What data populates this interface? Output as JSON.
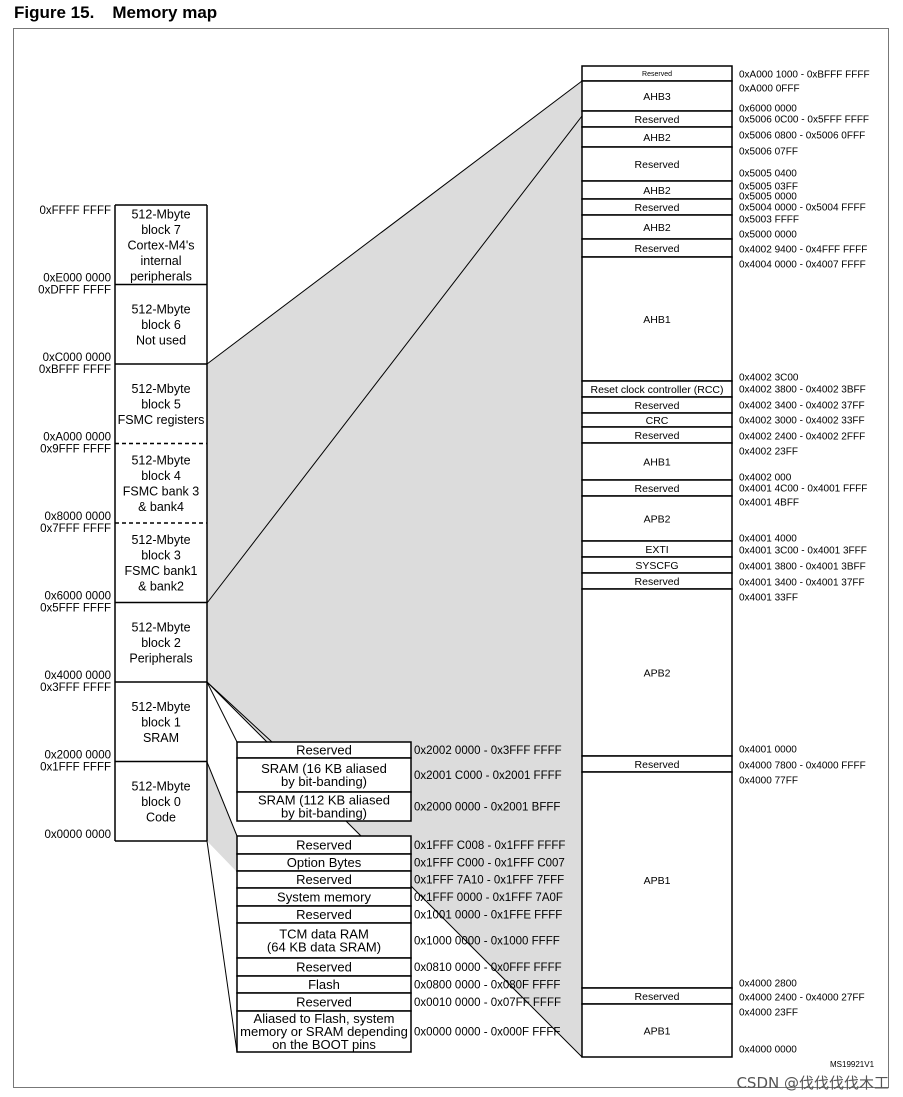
{
  "figure": {
    "number": "Figure 15.",
    "title": "Memory map"
  },
  "watermark": "CSDN @伐伐伐伐木工",
  "ms_ref": "MS19921V1",
  "blocks": [
    {
      "lines": [
        "512-Mbyte",
        "block 7",
        "Cortex-M4's",
        "internal",
        "peripherals"
      ],
      "top_addr": "0xFFFF FFFF",
      "bottom_addr": "0xE000 0000"
    },
    {
      "lines": [
        "512-Mbyte",
        "block 6",
        "Not used"
      ],
      "top_addr": "0xDFFF FFFF",
      "bottom_addr": "0xC000 0000"
    },
    {
      "lines": [
        "512-Mbyte",
        "block 5",
        "FSMC registers"
      ],
      "top_addr": "0xBFFF FFFF",
      "bottom_addr": "0xA000 0000"
    },
    {
      "lines": [
        "512-Mbyte",
        "block 4",
        "FSMC bank 3",
        "& bank4"
      ],
      "top_addr": "0x9FFF FFFF",
      "bottom_addr": "0x8000 0000"
    },
    {
      "lines": [
        "512-Mbyte",
        "block 3",
        "FSMC bank1",
        "& bank2"
      ],
      "top_addr": "0x7FFF FFFF",
      "bottom_addr": "0x6000 0000"
    },
    {
      "lines": [
        "512-Mbyte",
        "block 2",
        "Peripherals"
      ],
      "top_addr": "0x5FFF FFFF",
      "bottom_addr": "0x4000 0000"
    },
    {
      "lines": [
        "512-Mbyte",
        "block 1",
        "SRAM"
      ],
      "top_addr": "0x3FFF FFFF",
      "bottom_addr": "0x2000 0000"
    },
    {
      "lines": [
        "512-Mbyte",
        "block 0",
        "Code"
      ],
      "top_addr": "0x1FFF FFFF",
      "bottom_addr": "0x0000 0000"
    }
  ],
  "sram_region": [
    {
      "lines": [
        "Reserved"
      ],
      "range": "0x2002 0000 - 0x3FFF FFFF"
    },
    {
      "lines": [
        "SRAM (16 KB aliased",
        "by bit-banding)"
      ],
      "range": "0x2001 C000 - 0x2001 FFFF"
    },
    {
      "lines": [
        "SRAM (112 KB aliased",
        "by bit-banding)"
      ],
      "range": "0x2000 0000 - 0x2001 BFFF"
    }
  ],
  "code_region": [
    {
      "lines": [
        "Reserved"
      ],
      "range": "0x1FFF C008 - 0x1FFF FFFF"
    },
    {
      "lines": [
        "Option Bytes"
      ],
      "range": "0x1FFF C000 - 0x1FFF C007"
    },
    {
      "lines": [
        "Reserved"
      ],
      "range": "0x1FFF 7A10 - 0x1FFF 7FFF"
    },
    {
      "lines": [
        "System memory"
      ],
      "range": "0x1FFF 0000 - 0x1FFF 7A0F"
    },
    {
      "lines": [
        "Reserved"
      ],
      "range": "0x1001 0000 - 0x1FFE FFFF"
    },
    {
      "lines": [
        "TCM data RAM",
        "(64 KB data SRAM)"
      ],
      "range": "0x1000 0000 - 0x1000 FFFF"
    },
    {
      "lines": [
        "Reserved"
      ],
      "range": "0x0810 0000 - 0x0FFF FFFF"
    },
    {
      "lines": [
        "Flash"
      ],
      "range": "0x0800 0000 - 0x080F FFFF"
    },
    {
      "lines": [
        "Reserved"
      ],
      "range": "0x0010 0000 - 0x07FF FFFF"
    },
    {
      "lines": [
        "Aliased to Flash, system",
        "memory or SRAM depending",
        "on the BOOT pins"
      ],
      "range": "0x0000 0000 - 0x000F FFFF"
    }
  ],
  "peripheral_map": [
    {
      "label": "Reserved",
      "small": true,
      "addrs": [
        "0xA000 1000 - 0xBFFF FFFF"
      ]
    },
    {
      "label": "AHB3",
      "addrs": [
        "0xA000 0FFF",
        "0x6000 0000"
      ]
    },
    {
      "label": "Reserved",
      "addrs": [
        "0x5006 0C00 - 0x5FFF FFFF"
      ]
    },
    {
      "label": "AHB2",
      "addrs": [
        "0x5006 0800 - 0x5006 0FFF"
      ]
    },
    {
      "label": "Reserved",
      "addrs": [
        "0x5006 07FF",
        "0x5005 0400"
      ]
    },
    {
      "label": "AHB2",
      "addrs": [
        "0x5005 03FF",
        "0x5005 0000"
      ]
    },
    {
      "label": "Reserved",
      "addrs": [
        "0x5004 0000 - 0x5004 FFFF"
      ]
    },
    {
      "label": "AHB2",
      "addrs": [
        "0x5003 FFFF",
        "0x5000 0000"
      ]
    },
    {
      "label": "Reserved",
      "addrs": [
        "0x4002 9400 - 0x4FFF FFFF"
      ]
    },
    {
      "label": "AHB1",
      "addrs": [
        "0x4004 0000 - 0x4007 FFFF",
        "0x4002 3C00"
      ]
    },
    {
      "label": "Reset clock controller (RCC)",
      "addrs": [
        "0x4002 3800 - 0x4002 3BFF"
      ]
    },
    {
      "label": "Reserved",
      "addrs": [
        "0x4002 3400 - 0x4002 37FF"
      ]
    },
    {
      "label": "CRC",
      "addrs": [
        "0x4002 3000 - 0x4002 33FF"
      ]
    },
    {
      "label": "Reserved",
      "addrs": [
        "0x4002 2400 - 0x4002 2FFF"
      ]
    },
    {
      "label": "AHB1",
      "addrs": [
        "0x4002 23FF",
        "0x4002 000"
      ]
    },
    {
      "label": "Reserved",
      "addrs": [
        "0x4001 4C00 - 0x4001 FFFF"
      ]
    },
    {
      "label": "APB2",
      "addrs": [
        "0x4001 4BFF",
        "0x4001 4000"
      ]
    },
    {
      "label": "EXTI",
      "addrs": [
        "0x4001 3C00 - 0x4001 3FFF"
      ]
    },
    {
      "label": "SYSCFG",
      "addrs": [
        "0x4001 3800 - 0x4001 3BFF"
      ]
    },
    {
      "label": "Reserved",
      "addrs": [
        "0x4001 3400 - 0x4001 37FF"
      ]
    },
    {
      "label": "APB2",
      "addrs": [
        "0x4001 33FF",
        "0x4001 0000"
      ]
    },
    {
      "label": "Reserved",
      "addrs": [
        "0x4000 7800 - 0x4000 FFFF"
      ]
    },
    {
      "label": "APB1",
      "addrs": [
        "0x4000 77FF",
        "0x4000 2800"
      ]
    },
    {
      "label": "Reserved",
      "addrs": [
        "0x4000 2400 - 0x4000 27FF"
      ]
    },
    {
      "label": "APB1",
      "addrs": [
        "0x4000 23FF",
        "0x4000 0000"
      ]
    }
  ],
  "colors": {
    "projection_fill": "#dcdcdc",
    "line": "#000000"
  }
}
